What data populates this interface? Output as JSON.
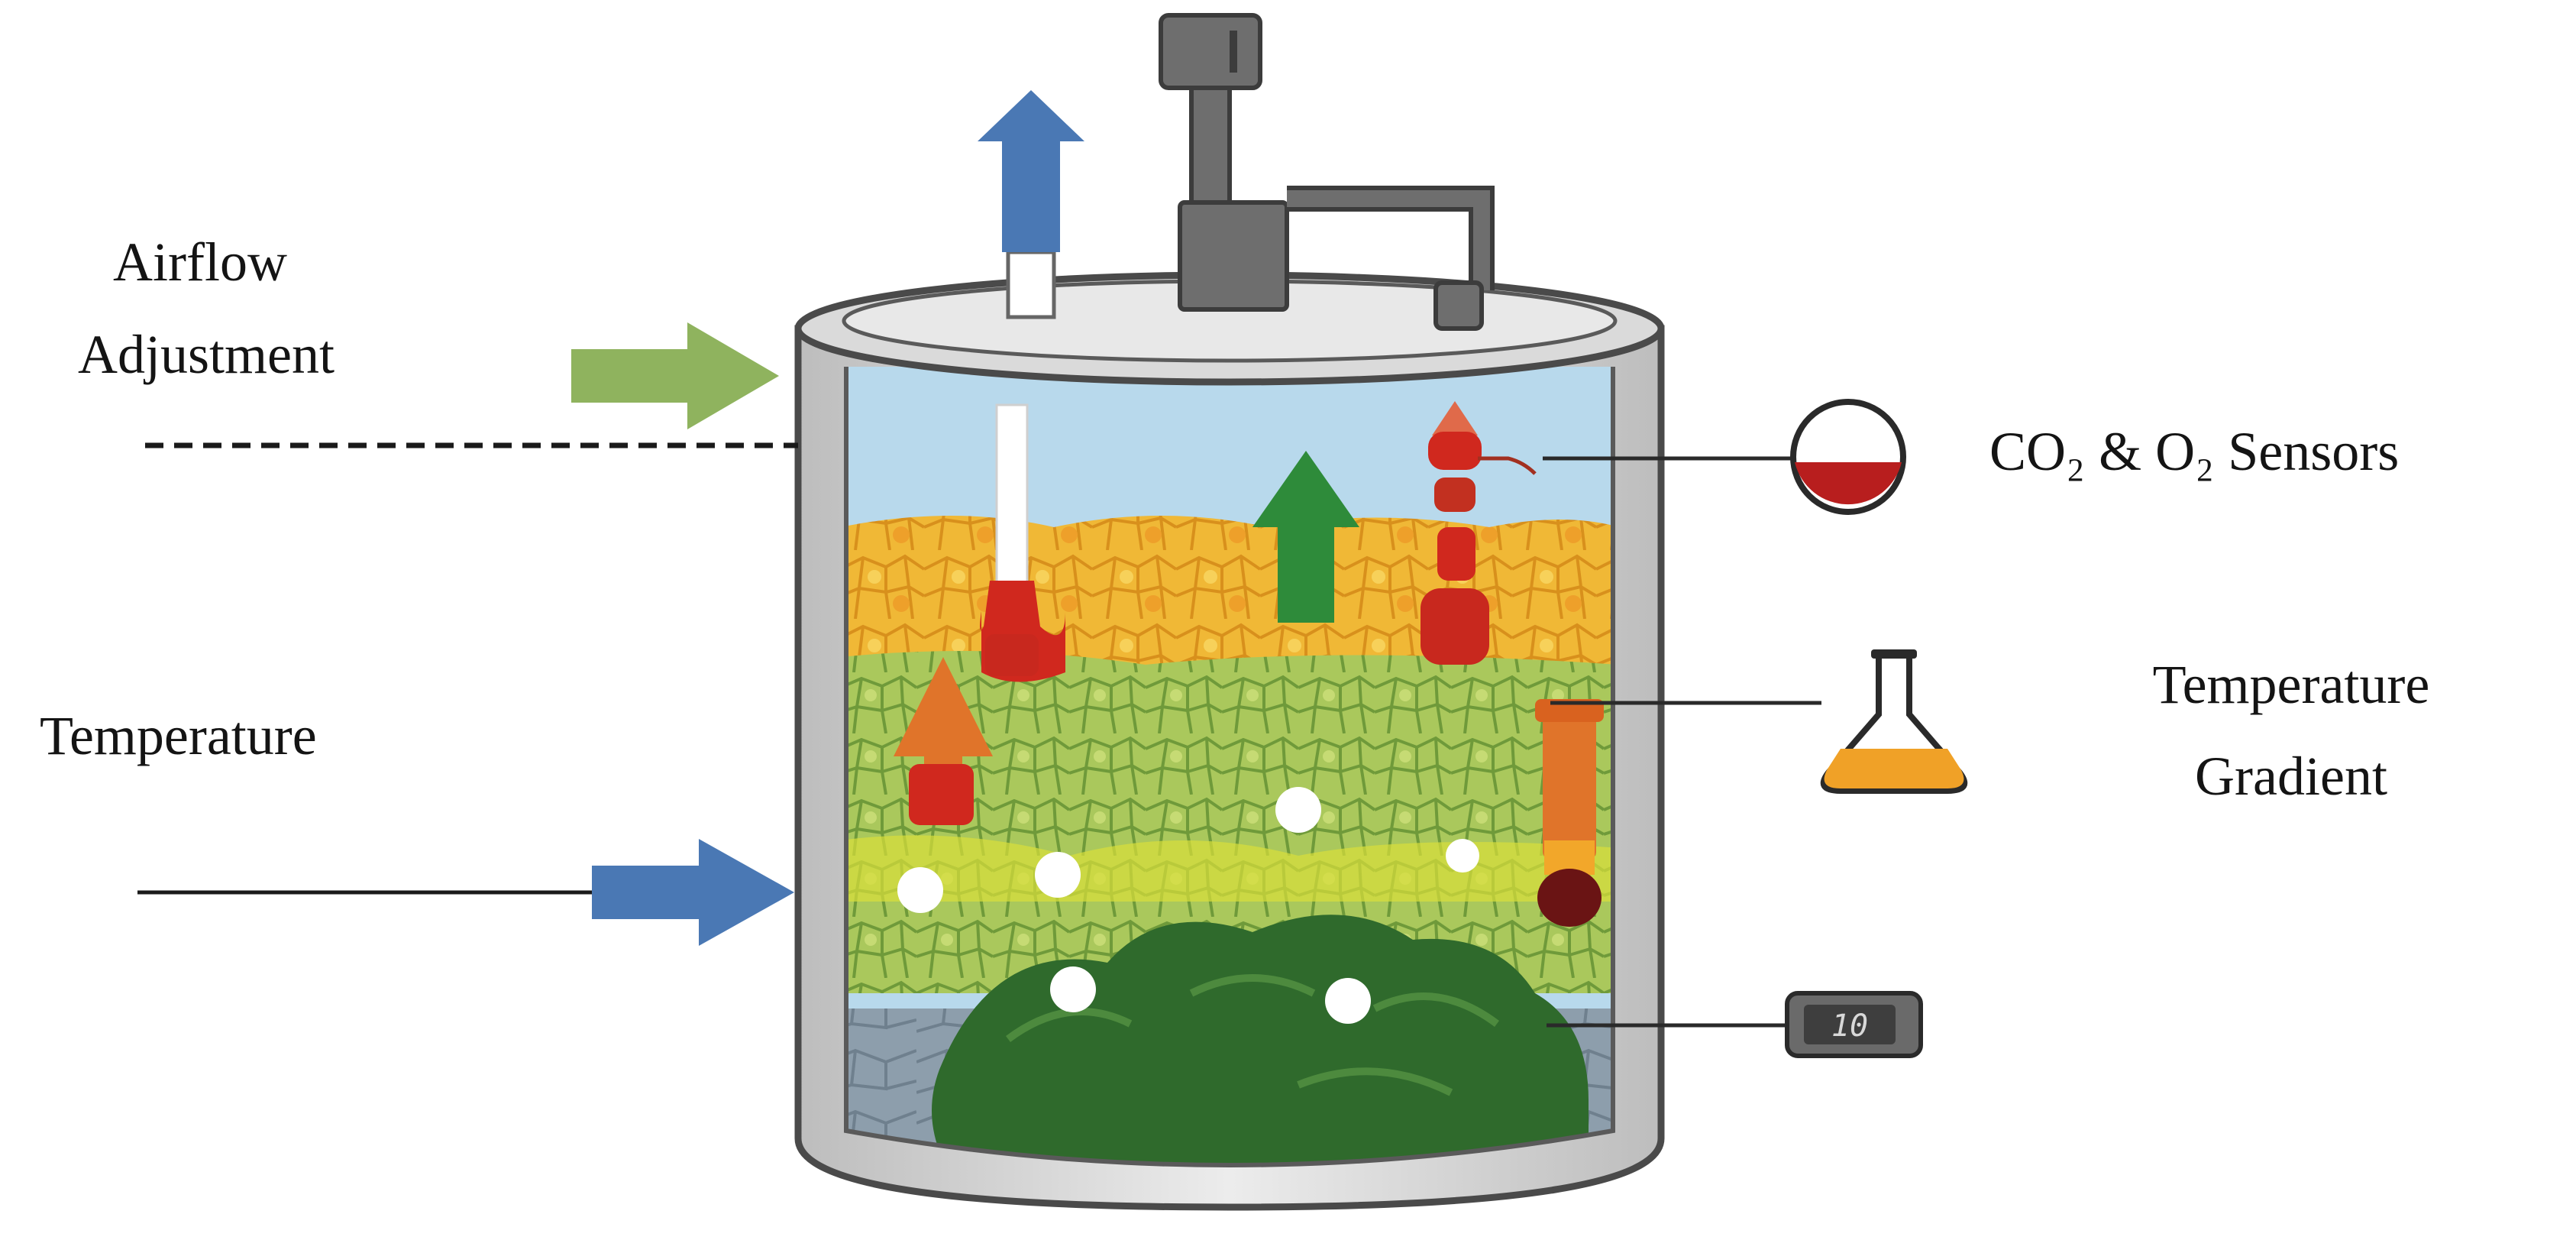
{
  "labels": {
    "airflow_line1": "Airflow",
    "airflow_line2": "Adjustment",
    "temperature": "Temperature",
    "gas_sensors": "CO₂ & O₂ Sensors",
    "gradient_line1": "Temperature",
    "gradient_line2": "Gradient",
    "meter_readout": "10"
  },
  "icons": {
    "exhaust": "arrow-up-icon",
    "air_inlet": "arrow-right-icon",
    "heat_inlet": "arrow-right-icon",
    "gas_sensor": "sensor-bulb-icon",
    "temp_sensor": "flask-icon",
    "meter": "meter-icon"
  },
  "colors": {
    "exhaust_arrow": "#4a78b4",
    "air_arrow": "#8fb35e",
    "heat_arrow": "#4a78b4",
    "rising_arrow": "#2e8b3a",
    "probe": "#d0281e",
    "vessel_wall": "#d9d9d9",
    "vessel_outline": "#4a4a4a",
    "headspace": "#b8d9ec",
    "layer_top": "#efb233",
    "layer_mid": "#a9c65a",
    "layer_bottom": "#2f6a2c",
    "base": "#8fa0ae"
  }
}
